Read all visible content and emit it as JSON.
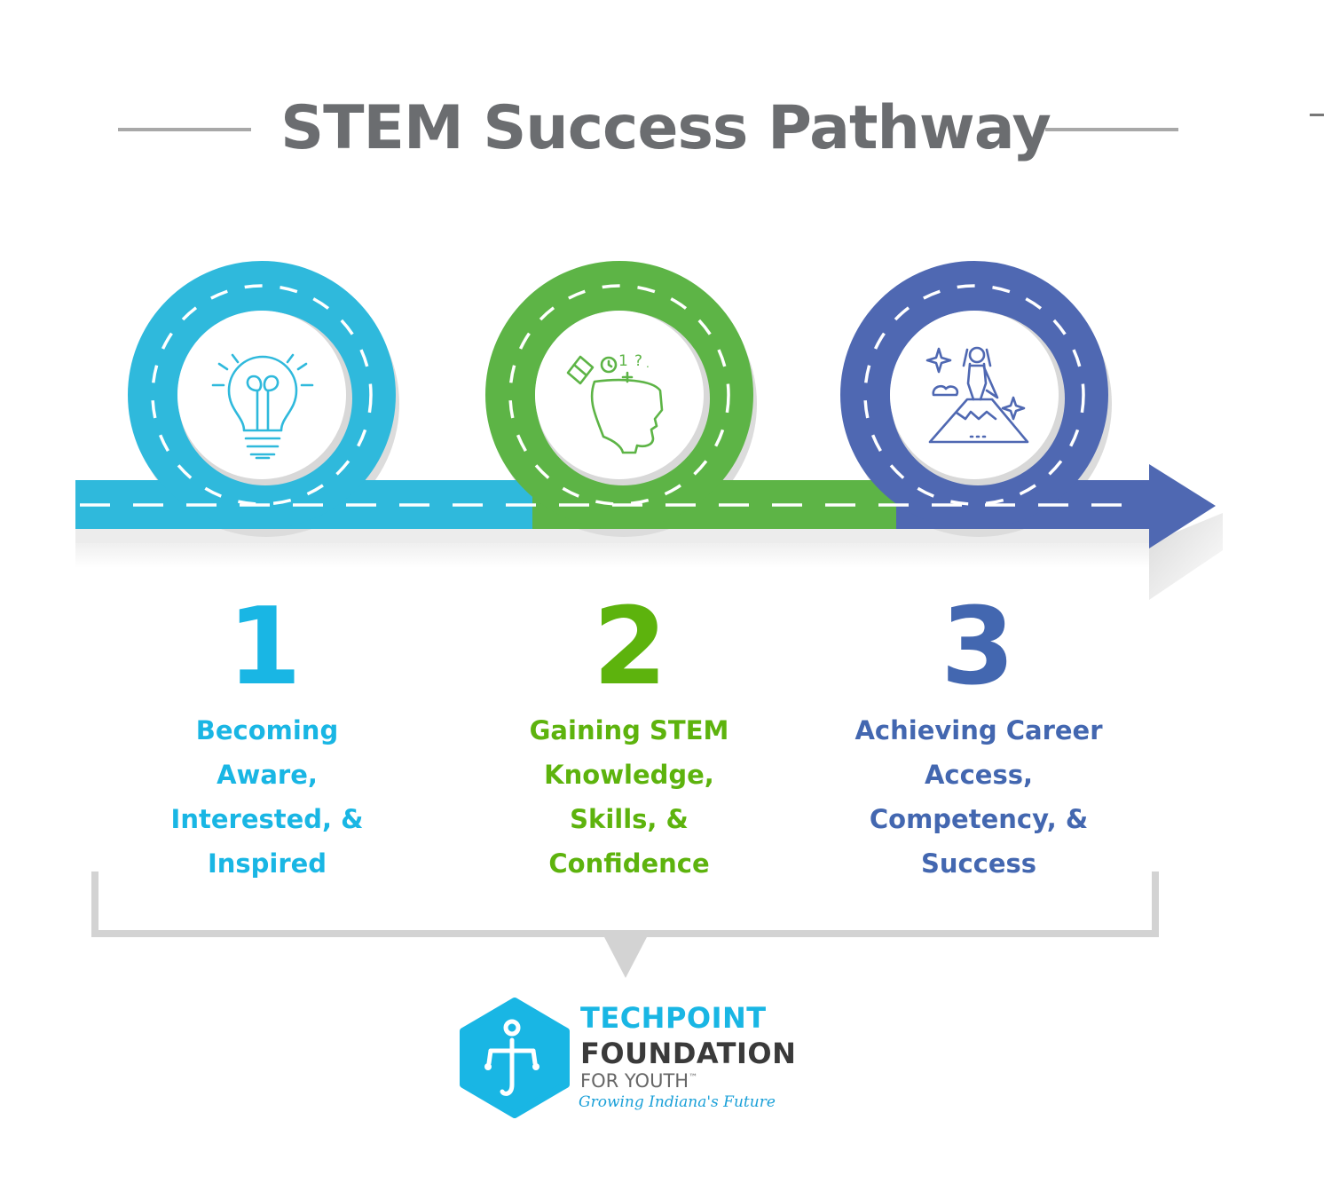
{
  "title": "STEM Success Pathway",
  "colors": {
    "step1": "#2fb9dc",
    "step2": "#5db446",
    "step3": "#4f68b2",
    "title": "#6b6d70",
    "bracket": "#d3d3d3"
  },
  "steps": [
    {
      "number": "1",
      "icon": "lightbulb-icon",
      "lines": [
        "Becoming",
        "Aware,",
        "Interested, &",
        "Inspired"
      ]
    },
    {
      "number": "2",
      "icon": "head-thinking-icon",
      "lines": [
        "Gaining STEM",
        "Knowledge,",
        "Skills, &",
        "Confidence"
      ]
    },
    {
      "number": "3",
      "icon": "mountain-summit-icon",
      "lines": [
        "Achieving Career",
        "Access,",
        "Competency, &",
        "Success"
      ]
    }
  ],
  "logo": {
    "icon": "techpoint-hexagon-logo",
    "line1": "TECHPOINT",
    "line2": "FOUNDATION",
    "line3": "FOR YOUTH",
    "trademark": "™",
    "tagline": "Growing Indiana's Future"
  }
}
